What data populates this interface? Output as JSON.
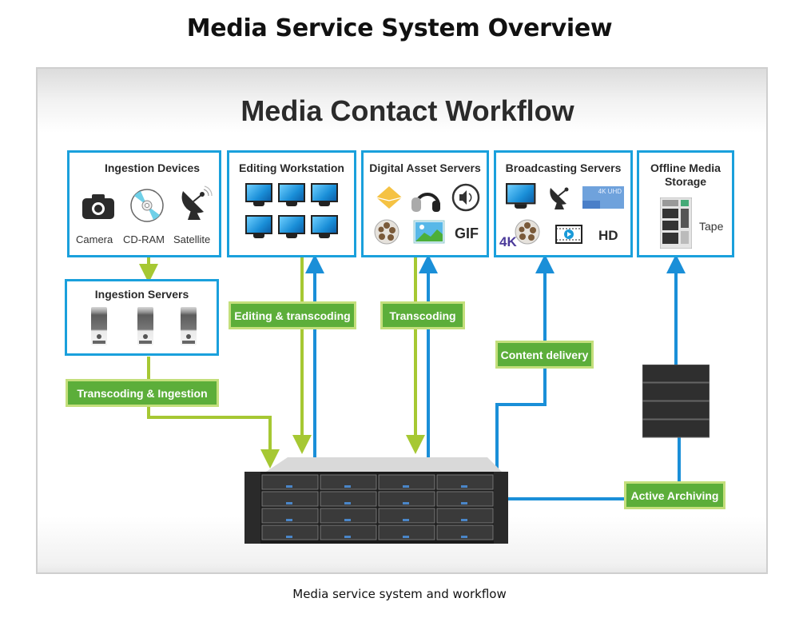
{
  "page_title": "Media Service System Overview",
  "diagram_title": "Media Contact Workflow",
  "caption": "Media service system and workflow",
  "colors": {
    "box_border": "#1aa0dc",
    "tag_fill": "#5cae3a",
    "tag_border": "#c4df7c",
    "green_line": "#a6c833",
    "blue_line": "#1a8fd8"
  },
  "boxes": {
    "ingestion_devices": {
      "title": "Ingestion Devices",
      "items": [
        {
          "icon": "camera-icon",
          "label": "Camera"
        },
        {
          "icon": "cd-disc-icon",
          "label": "CD-RAM"
        },
        {
          "icon": "satellite-dish-icon",
          "label": "Satellite"
        }
      ]
    },
    "editing_workstation": {
      "title": "Editing Workstation",
      "icons": [
        "monitor-icon",
        "monitor-icon",
        "monitor-icon",
        "monitor-icon",
        "monitor-icon",
        "monitor-icon"
      ]
    },
    "digital_asset_servers": {
      "title": "Digital Asset Servers",
      "icons": [
        "envelope-icon",
        "headphones-microphone-icon",
        "speaker-icon",
        "film-reel-icon",
        "image-icon"
      ],
      "gif_label": "GIF"
    },
    "broadcasting_servers": {
      "title": "Broadcasting Servers",
      "icons": [
        "tv-icon",
        "satellite-dish-icon",
        "4k-uhd-banner-icon",
        "film-reel-icon",
        "video-play-icon"
      ],
      "uhd_label": "4K UHD",
      "badge_4k": "4K",
      "hd_label": "HD"
    },
    "offline_media_storage": {
      "title_line1": "Offline Media",
      "title_line2": "Storage",
      "icon": "tape-library-icon",
      "tape_label": "Tape"
    },
    "ingestion_servers": {
      "title": "Ingestion Servers",
      "icons": [
        "server-tower-icon",
        "server-tower-icon",
        "server-tower-icon"
      ]
    }
  },
  "flow_labels": {
    "transcoding_ingestion": "Transcoding & Ingestion",
    "editing_transcoding": "Editing & transcoding",
    "transcoding": "Transcoding",
    "content_delivery": "Content delivery",
    "active_archiving": "Active Archiving"
  }
}
